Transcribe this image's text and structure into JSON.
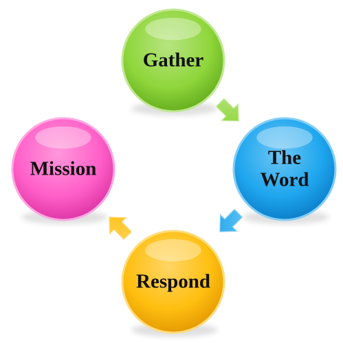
{
  "diagram": {
    "type": "cycle",
    "nodes": [
      {
        "id": "gather",
        "lines": [
          "Gather"
        ],
        "color": "#8fd63b",
        "color_dark": "#5fa81a"
      },
      {
        "id": "the-word",
        "lines": [
          "The",
          "Word"
        ],
        "color": "#1ea6ee",
        "color_dark": "#0a78c4"
      },
      {
        "id": "respond",
        "lines": [
          "Respond"
        ],
        "color": "#ffbf10",
        "color_dark": "#e09400"
      },
      {
        "id": "mission",
        "lines": [
          "Mission"
        ],
        "color": "#ff5fc8",
        "color_dark": "#d92fa0"
      }
    ],
    "edges": [
      {
        "from": "gather",
        "to": "the-word",
        "color": "#8fd63b"
      },
      {
        "from": "the-word",
        "to": "respond",
        "color": "#1ea6ee"
      },
      {
        "from": "respond",
        "to": "mission",
        "color": "#ffbf10"
      }
    ]
  }
}
